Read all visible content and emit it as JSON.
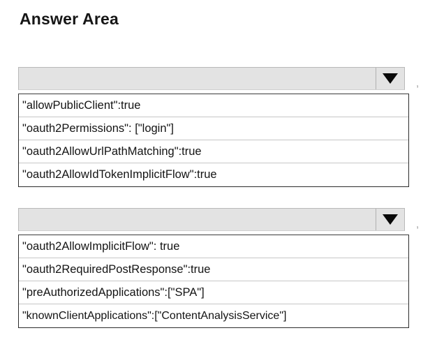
{
  "page": {
    "title": "Answer Area"
  },
  "groups": [
    {
      "name": "answer-dropdown-1",
      "selected_value": "",
      "caret_icon": "chevron-down-icon",
      "trailing_punctuation": ",",
      "options": [
        "\"allowPublicClient\":true",
        "\"oauth2Permissions\": [\"login\"]",
        "\"oauth2AllowUrlPathMatching\":true",
        "\"oauth2AllowIdTokenImplicitFlow\":true"
      ]
    },
    {
      "name": "answer-dropdown-2",
      "selected_value": "",
      "caret_icon": "chevron-down-icon",
      "trailing_punctuation": ",",
      "options": [
        "\"oauth2AllowImplicitFlow\": true",
        "\"oauth2RequiredPostResponse\":true",
        "\"preAuthorizedApplications\":[\"SPA\"]",
        "\"knownClientApplications\":[\"ContentAnalysisService\"]"
      ]
    }
  ],
  "colors": {
    "select_background": "#e3e3e3",
    "select_border": "#b9b9b9",
    "option_border": "#2c2c2c",
    "text": "#141414",
    "page_background": "#ffffff"
  }
}
